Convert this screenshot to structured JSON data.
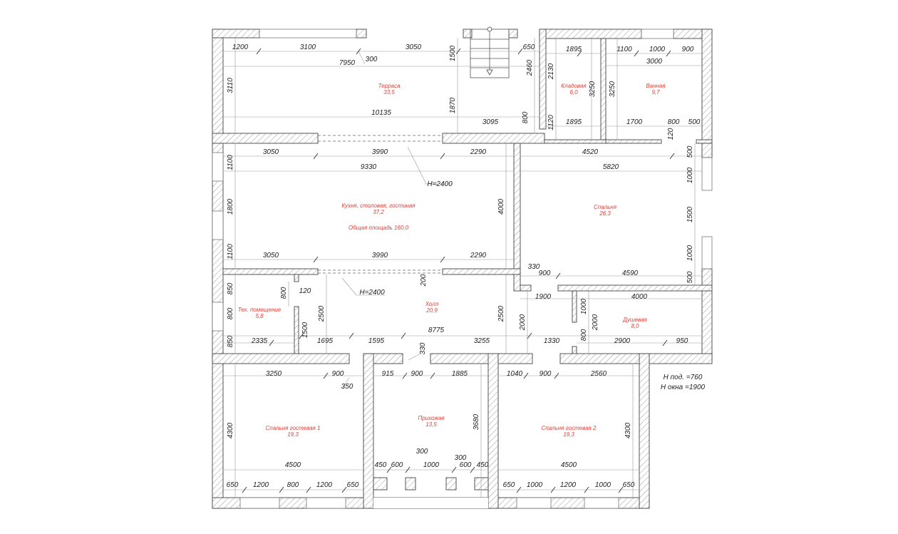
{
  "rooms": [
    {
      "id": "terrace",
      "name": "Терраса",
      "area": "33,5"
    },
    {
      "id": "pantry",
      "name": "Кладовая",
      "area": "6,0"
    },
    {
      "id": "bathroom",
      "name": "Ванная",
      "area": "9,7"
    },
    {
      "id": "kitchen",
      "name": "Кухня, столовая, гостиная",
      "area": "37,2"
    },
    {
      "id": "bedroom",
      "name": "Спальня",
      "area": "26,3"
    },
    {
      "id": "tech",
      "name": "Тех. помещение",
      "area": "5,8"
    },
    {
      "id": "hall",
      "name": "Холл",
      "area": "20,9"
    },
    {
      "id": "shower",
      "name": "Душевая",
      "area": "8,0"
    },
    {
      "id": "guest1",
      "name": "Спальня гостевая 1",
      "area": "19,3"
    },
    {
      "id": "entry",
      "name": "Прихожая",
      "area": "13,5"
    },
    {
      "id": "guest2",
      "name": "Спальня гостевая 2",
      "area": "19,3"
    }
  ],
  "total_area": "Общая площадь 160,0",
  "height_marks": {
    "upper": "H=2400",
    "lower": "H=2400"
  },
  "notes": {
    "sill": "H под. =760",
    "window": "H окна =1900"
  },
  "dimensions": {
    "d1200": "1200",
    "d3100": "3100",
    "d3050_top": "3050",
    "d1500_top": "1500",
    "d650_top": "650",
    "d1895_a": "1895",
    "d1100_top": "1100",
    "d1000_top": "1000",
    "d900_top": "900",
    "d7950": "7950",
    "d300_top": "300",
    "d3000": "3000",
    "d3110": "3110",
    "d2460": "2460",
    "d2130": "2130",
    "d3250_a": "3250",
    "d3250_b": "3250",
    "d1870": "1870",
    "d10135": "10135",
    "d3095": "3095",
    "d800_a": "800",
    "d1120": "1120",
    "d1895_b": "1895",
    "d1700": "1700",
    "d800_b": "800",
    "d500_a": "500",
    "d120_a": "120",
    "d3050_k1": "3050",
    "d3990_k1": "3990",
    "d2290_k1": "2290",
    "d4520": "4520",
    "d500_b": "500",
    "d1100_k1": "1100",
    "d9330": "9330",
    "d5820": "5820",
    "d1000_b1": "1000",
    "d1800": "1800",
    "d4000_k": "4000",
    "d1500_b": "1500",
    "d1100_k2": "1100",
    "d3050_k2": "3050",
    "d3990_k2": "3990",
    "d2290_k2": "2290",
    "d1000_b2": "1000",
    "d330_a": "330",
    "d900_b": "900",
    "d4590": "4590",
    "d500_c": "500",
    "d200": "200",
    "d850_t1": "850",
    "d800_t": "800",
    "d120_t": "120",
    "d1900": "1900",
    "d4000_s": "4000",
    "d800_t2": "800",
    "d2500_a": "2500",
    "d2500_b": "2500",
    "d1000_s": "1000",
    "d2000_a": "2000",
    "d2000_b": "2000",
    "d1500_t": "1500",
    "d850_t2": "850",
    "d2335": "2335",
    "d1695": "1695",
    "d1595": "1595",
    "d8775": "8775",
    "d3255": "3255",
    "d1330": "1330",
    "d800_s": "800",
    "d2900": "2900",
    "d950": "950",
    "d330_b": "330",
    "d3250_g1": "3250",
    "d900_g1": "900",
    "d915": "915",
    "d900_e": "900",
    "d1885": "1885",
    "d1040": "1040",
    "d900_g2": "900",
    "d2560": "2560",
    "d350": "350",
    "d4300_a": "4300",
    "d3680": "3680",
    "d4300_b": "4300",
    "d300_e1": "300",
    "d300_e2": "300",
    "d4500_a": "4500",
    "d450_a": "450",
    "d600_a": "600",
    "d1000_e": "1000",
    "d600_b": "600",
    "d450_b": "450",
    "d4500_b": "4500",
    "d650_g1a": "650",
    "d1200_g1a": "1200",
    "d800_g1": "800",
    "d1200_g1b": "1200",
    "d650_g1b": "650",
    "d650_g2a": "650",
    "d1000_g2a": "1000",
    "d1200_g2": "1200",
    "d1000_g2b": "1000",
    "d650_g2b": "650"
  }
}
